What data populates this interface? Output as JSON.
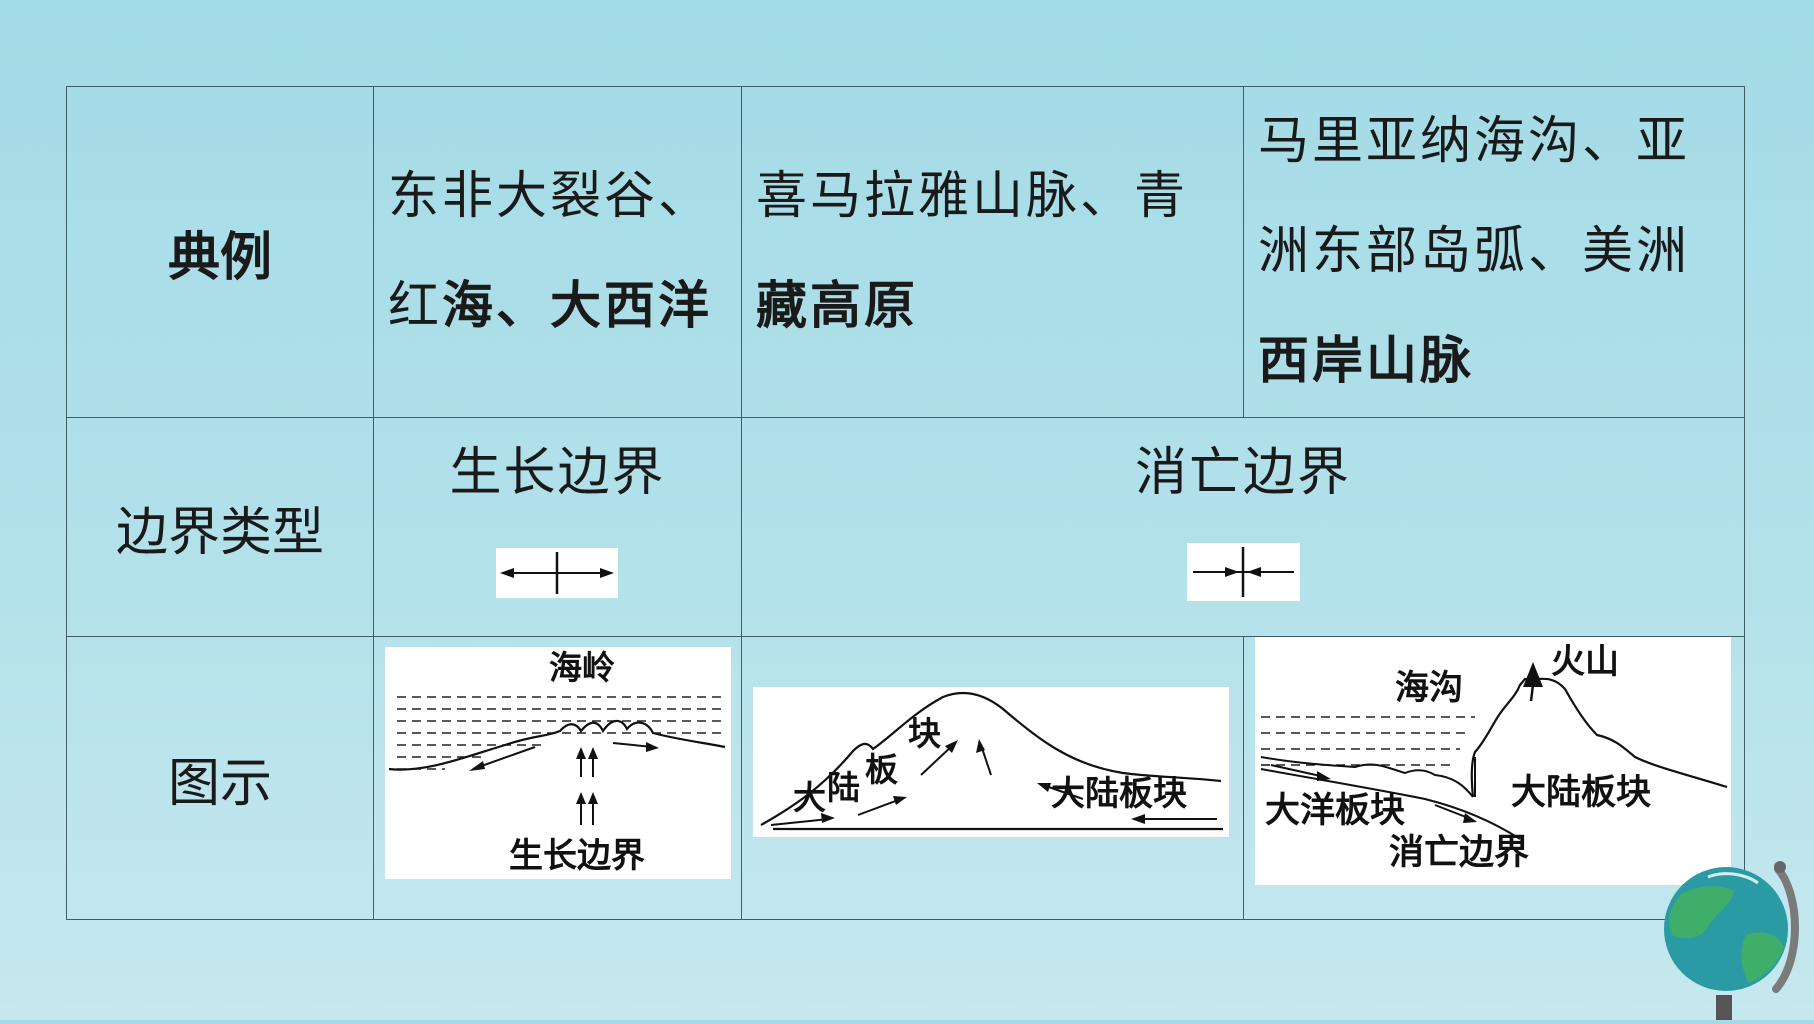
{
  "table": {
    "row_examples": {
      "header": "典例",
      "col1_line1": "东非大裂谷、",
      "col1_line2_normal": "红",
      "col1_line2_bold": "海、大西洋",
      "col2_line1": "喜马拉雅山脉、青",
      "col2_line2_bold": "藏高原",
      "col3_line1": "马里亚纳海沟、亚",
      "col3_line2": "洲东部岛弧、美洲",
      "col3_line3_bold": "西岸山脉"
    },
    "row_types": {
      "header": "边界类型",
      "growth": "生长边界",
      "consumption": "消亡边界"
    },
    "row_diagrams": {
      "header": "图示",
      "diagram1": {
        "ridge": "海岭",
        "boundary": "生长边界"
      },
      "diagram2": {
        "char1": "大",
        "char2": "陆",
        "char3": "板",
        "char4": "块",
        "right_label": "大陆板块"
      },
      "diagram3": {
        "trench": "海沟",
        "volcano": "火山",
        "ocean_plate": "大洋板块",
        "continental_plate": "大陆板块",
        "boundary": "消亡边界"
      }
    }
  },
  "icons": [
    "diverging-arrows-icon",
    "converging-arrows-icon",
    "globe-icon"
  ]
}
